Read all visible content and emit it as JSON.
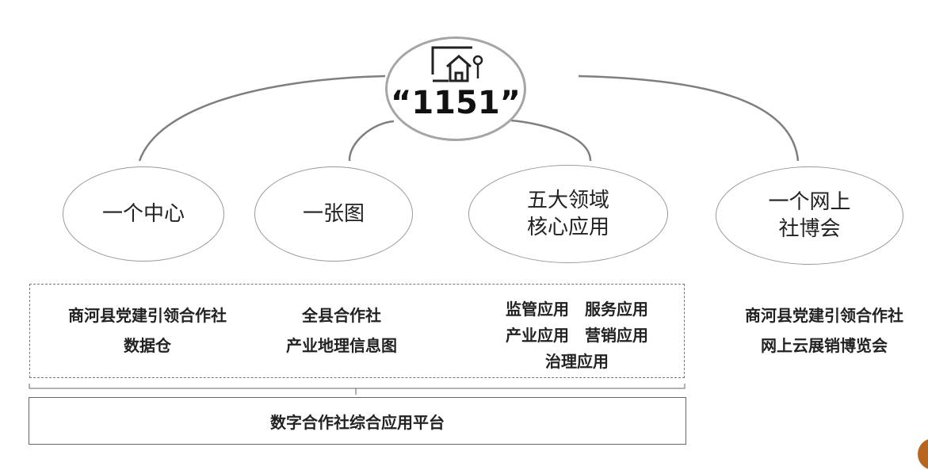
{
  "hub": {
    "title": "“1151”",
    "icon": "monitor-house-tree-icon"
  },
  "nodes": [
    {
      "id": "one-center",
      "lines": [
        "一个中心"
      ]
    },
    {
      "id": "one-map",
      "lines": [
        "一张图"
      ]
    },
    {
      "id": "five-apps",
      "lines": [
        "五大领域",
        "核心应用"
      ]
    },
    {
      "id": "online-expo",
      "lines": [
        "一个网上",
        "社博会"
      ]
    }
  ],
  "descriptions": [
    {
      "lines": [
        "商河县党建引领合作社",
        "数据仓"
      ]
    },
    {
      "lines": [
        "全县合作社",
        "产业地理信息图"
      ]
    },
    {
      "lines": [
        "监管应用　服务应用",
        "产业应用　营销应用",
        "治理应用"
      ]
    },
    {
      "lines": [
        "商河县党建引领合作社",
        "网上云展销博览会"
      ]
    }
  ],
  "platform": {
    "label": "数字合作社综合应用平台"
  },
  "colors": {
    "line": "#7f7f7f",
    "hub_border": "#a5a5a5",
    "corner_accent": "#b8651d"
  }
}
